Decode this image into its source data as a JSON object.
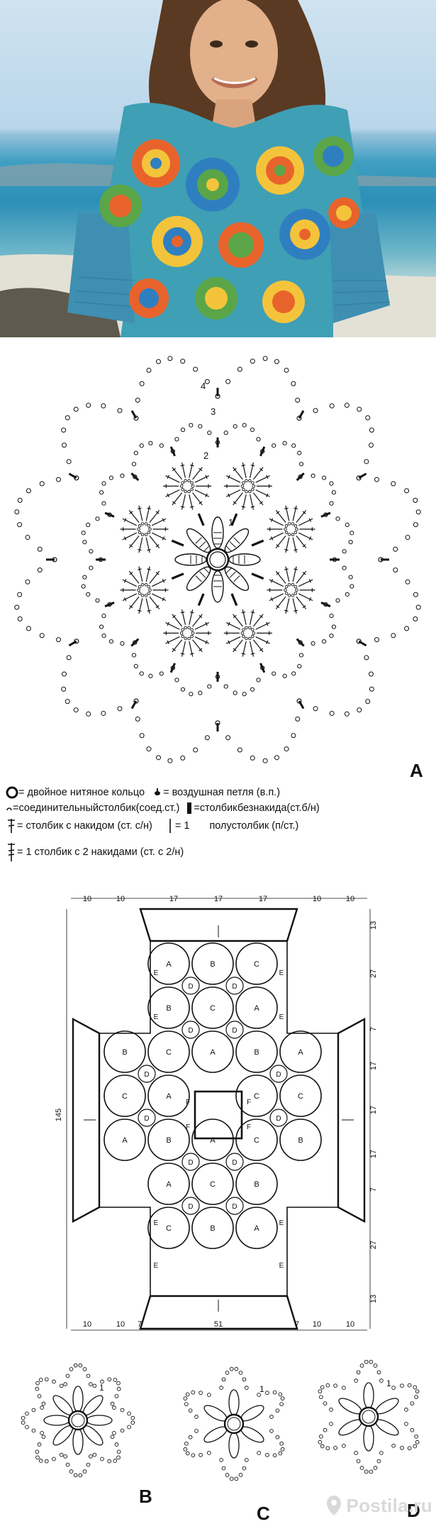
{
  "chart_a": {
    "letter": "A",
    "row_numbers": [
      "1",
      "2",
      "3",
      "4"
    ]
  },
  "legend": {
    "ring": "= двойное нитяное кольцо",
    "chain": "= воздушная петля (в.п.)",
    "slip": "=соединительныйстолбик(соед.ст.)",
    "sc": "=столбикбезнакида(ст.б/н)",
    "dc": "= столбик с накидом (ст. с/н)",
    "hdc_eq": "= 1",
    "hdc": "полустолбик (п/ст.)",
    "tr": "= 1 столбик с 2 накидами (ст. с 2/н)"
  },
  "schematic": {
    "top_dims": [
      "10",
      "10",
      "17",
      "17",
      "17",
      "10",
      "10"
    ],
    "bottom_dims": [
      "10",
      "10",
      "7",
      "51",
      "7",
      "10",
      "10"
    ],
    "left_dim": "145",
    "right_dims": [
      "13",
      "27",
      "7",
      "17",
      "17",
      "17",
      "7",
      "27",
      "13"
    ],
    "grid": [
      [
        "",
        "A",
        "B",
        "C",
        ""
      ],
      [
        "",
        "B",
        "C",
        "A",
        ""
      ],
      [
        "B",
        "C",
        "A",
        "B",
        "A"
      ],
      [
        "C",
        "A",
        "",
        "C",
        "C"
      ],
      [
        "A",
        "B",
        "A",
        "C",
        "B"
      ],
      [
        "",
        "A",
        "C",
        "B",
        ""
      ],
      [
        "",
        "C",
        "B",
        "A",
        ""
      ]
    ],
    "small_d": "D",
    "small_e": "E",
    "small_f": "F"
  },
  "motifs": {
    "labels": [
      "B",
      "C",
      "D"
    ],
    "row_number": "1"
  },
  "watermark": {
    "text": "Postila.ru"
  },
  "colors": {
    "ink": "#111111",
    "watermark": "#d9d9d9",
    "orange": "#e8632b",
    "yellow": "#f3c43b",
    "blue": "#2f7fc0",
    "green": "#5aa547",
    "teal": "#3f9fb5"
  }
}
